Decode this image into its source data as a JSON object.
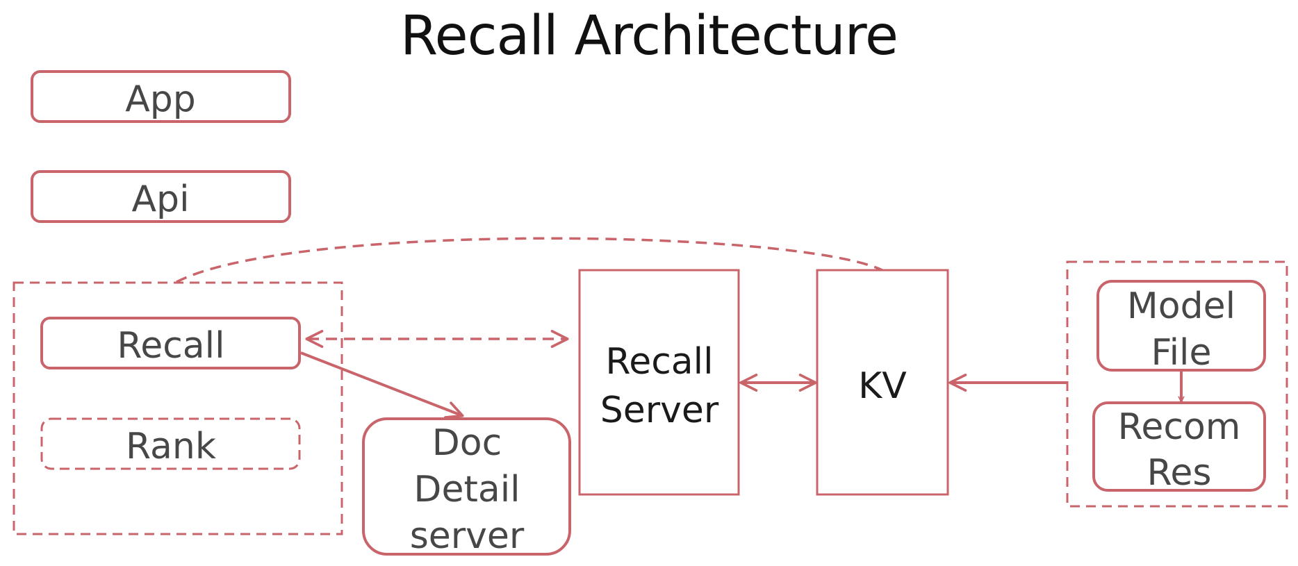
{
  "title": "Recall Architecture",
  "colors": {
    "stroke": "#c8646a",
    "fill": "#ffffff",
    "text": "#474747",
    "title": "#111111"
  },
  "nodes": {
    "app": {
      "label": "App"
    },
    "api": {
      "label": "Api"
    },
    "recall": {
      "label": "Recall"
    },
    "rank": {
      "label": "Rank"
    },
    "doc_detail_server": {
      "lines": [
        "Doc",
        "Detail",
        "server"
      ]
    },
    "recall_server": {
      "lines": [
        "Recall",
        "Server"
      ]
    },
    "kv": {
      "label": "KV"
    },
    "model_file": {
      "lines": [
        "Model",
        "File"
      ]
    },
    "recom_res": {
      "lines": [
        "Recom",
        "Res"
      ]
    }
  }
}
